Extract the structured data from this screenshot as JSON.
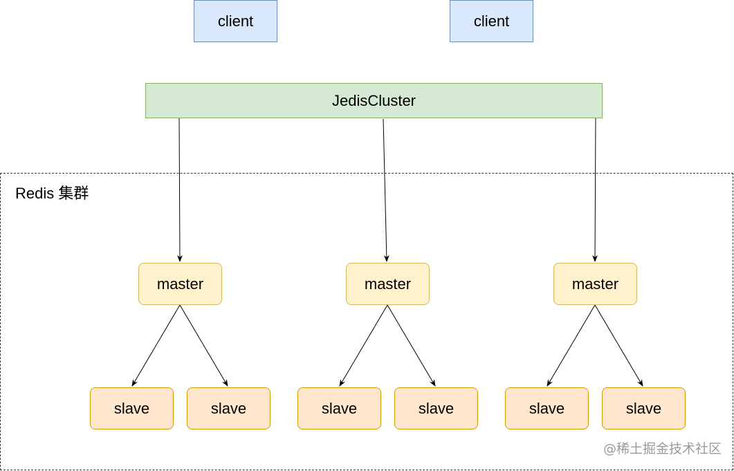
{
  "clients": [
    {
      "label": "client"
    },
    {
      "label": "client"
    }
  ],
  "cluster_client": {
    "label": "JedisCluster"
  },
  "redis_group": {
    "label": "Redis 集群"
  },
  "shards": [
    {
      "master": "master",
      "slaves": [
        "slave",
        "slave"
      ]
    },
    {
      "master": "master",
      "slaves": [
        "slave",
        "slave"
      ]
    },
    {
      "master": "master",
      "slaves": [
        "slave",
        "slave"
      ]
    }
  ],
  "watermark": "@稀土掘金技术社区",
  "colors": {
    "client_fill": "#dae8fc",
    "client_stroke": "#6c8ebf",
    "cluster_fill": "#d5e8d4",
    "cluster_stroke": "#82b366",
    "master_fill": "#fff2cc",
    "master_stroke": "#d6b656",
    "slave_fill": "#ffe6cc",
    "slave_stroke": "#d79b00"
  }
}
